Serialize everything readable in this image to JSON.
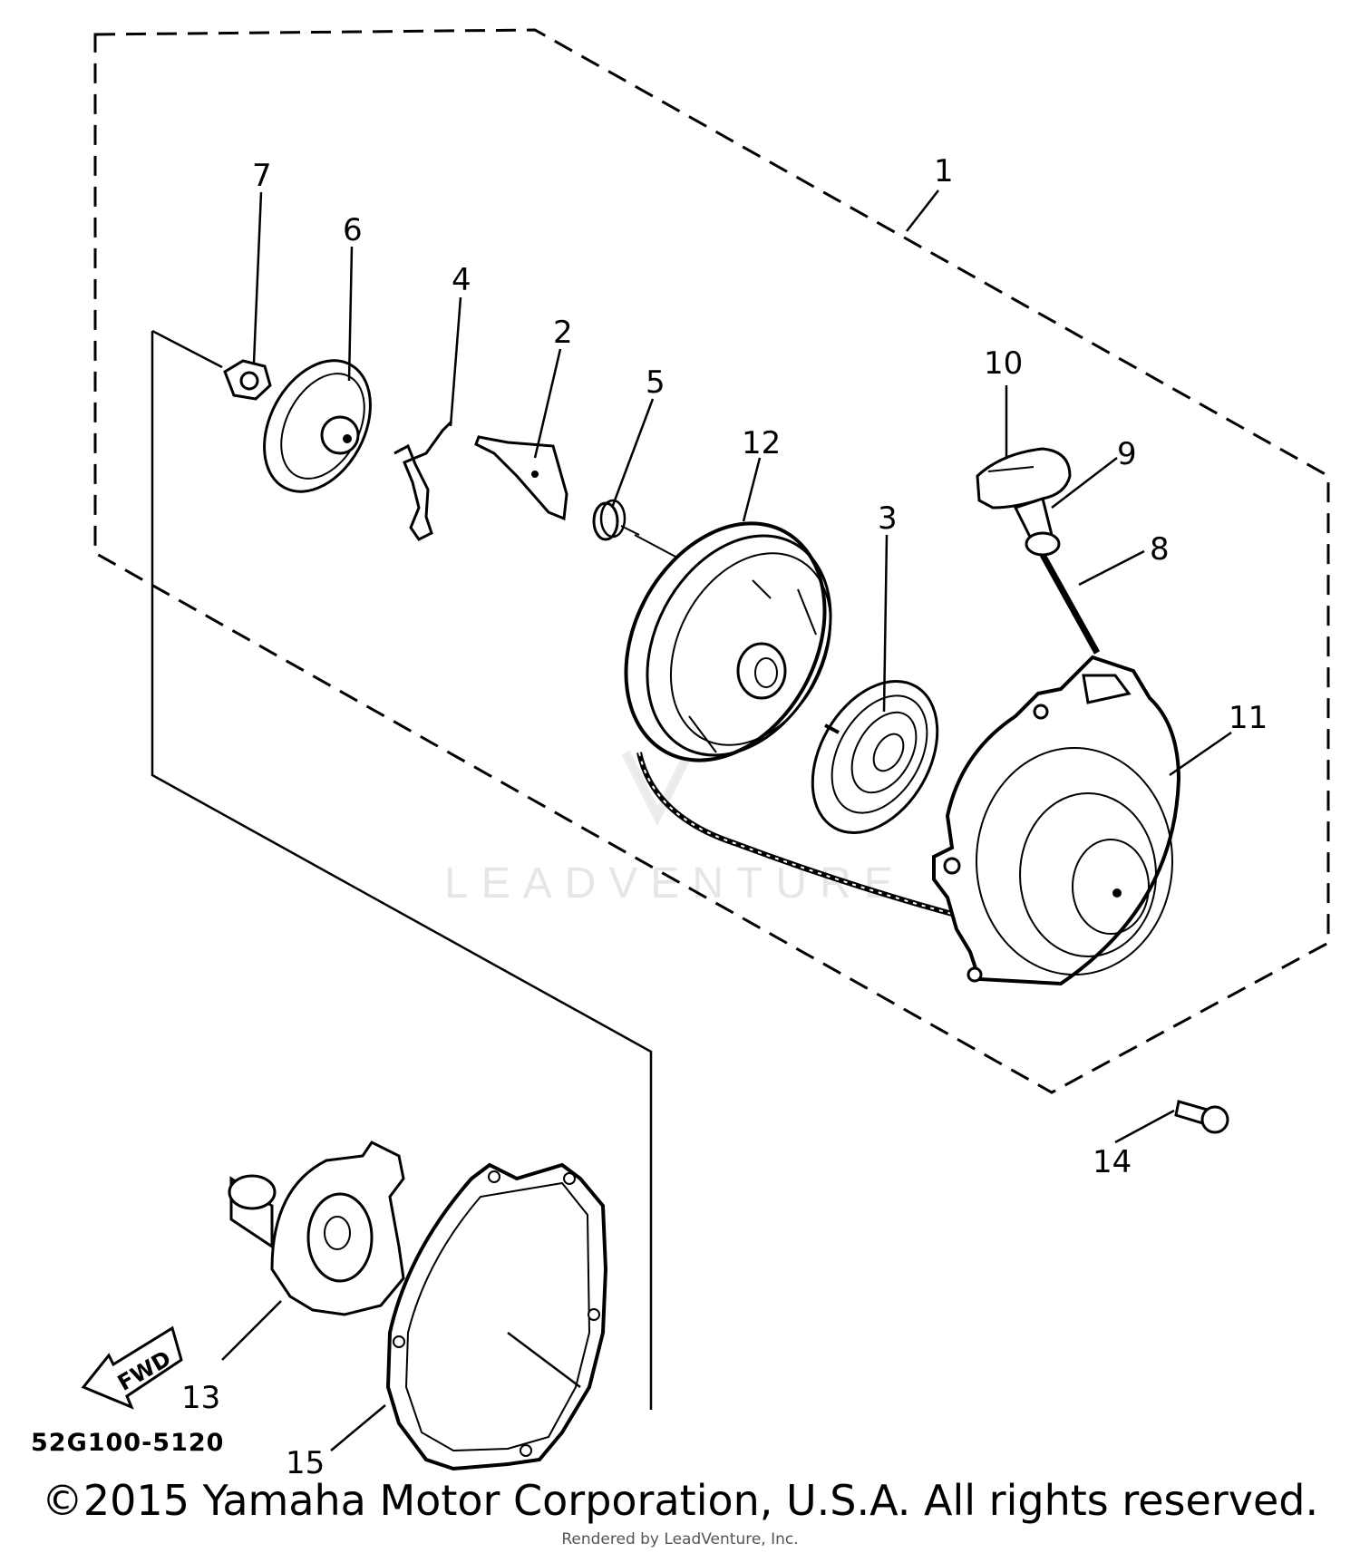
{
  "diagram": {
    "callouts": [
      "1",
      "2",
      "3",
      "4",
      "5",
      "6",
      "7",
      "8",
      "9",
      "10",
      "11",
      "12",
      "13",
      "14",
      "15"
    ],
    "fwd_label": "FWD",
    "part_code": "52G100-5120",
    "watermark": "LEADVENTURE",
    "copyright": "©2015 Yamaha Motor Corporation, U.S.A. All rights reserved.",
    "rendered_by": "Rendered by LeadVenture, Inc."
  }
}
